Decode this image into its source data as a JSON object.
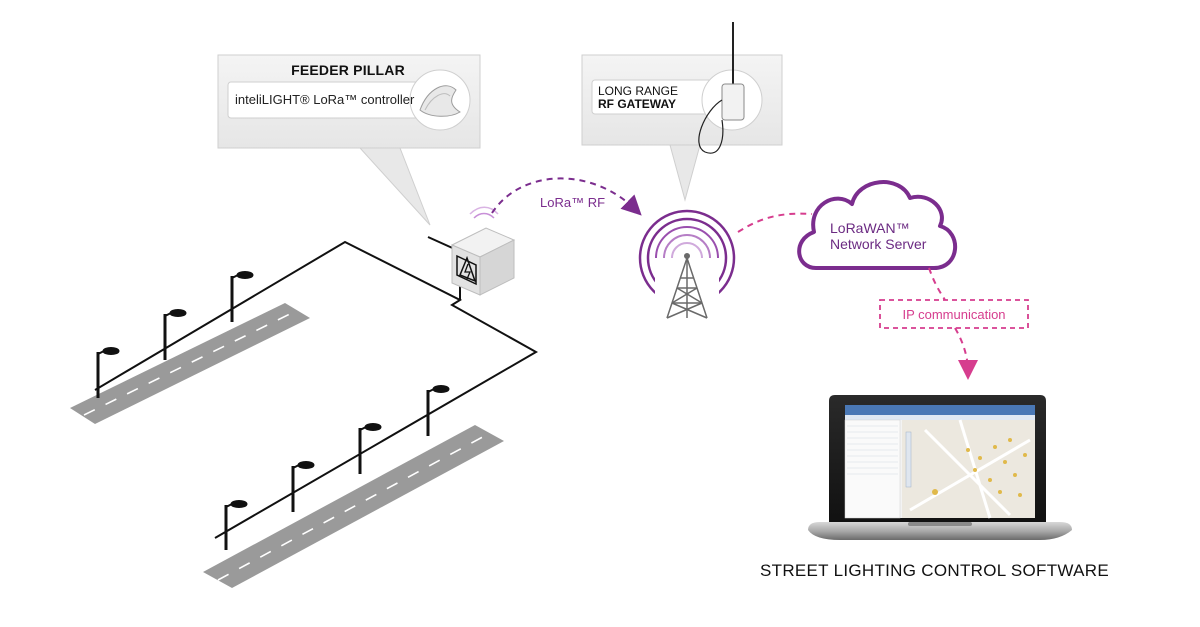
{
  "feeder_pillar": {
    "title": "FEEDER PILLAR",
    "controller_label": "inteliLIGHT® LoRa™ controller"
  },
  "gateway": {
    "line1": "LONG RANGE",
    "line2": "RF GATEWAY"
  },
  "radio_link": {
    "label": "LoRa™ RF"
  },
  "cloud": {
    "line1": "LoRaWAN™",
    "line2": "Network Server"
  },
  "ip_link": {
    "label": "IP communication"
  },
  "software": {
    "caption": "STREET LIGHTING CONTROL SOFTWARE"
  },
  "colors": {
    "purple": "#7b2d8e",
    "magenta": "#d63d8e",
    "road": "#9a9a9a",
    "callout_bg": "#eeeeee"
  },
  "icons": [
    "lamp-post-icon",
    "electric-cabinet-icon",
    "antenna-tower-icon",
    "cloud-icon",
    "laptop-icon",
    "gateway-device-icon",
    "controller-device-icon"
  ]
}
